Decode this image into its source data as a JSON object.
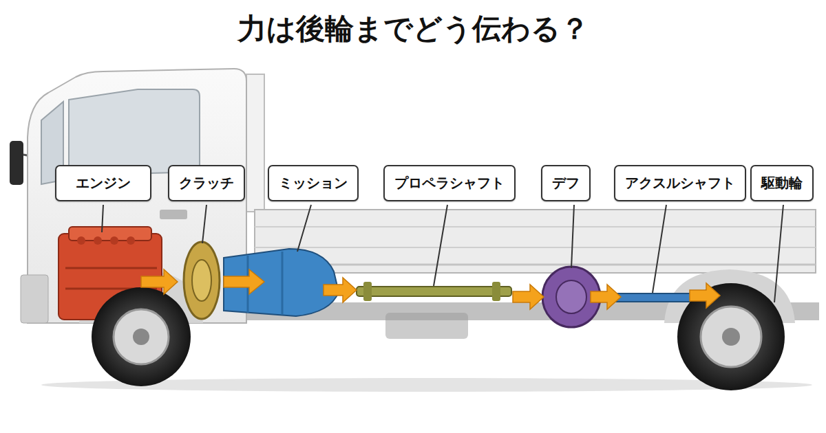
{
  "diagram": {
    "title": "力は後輪までどう伝わる？",
    "nodes": [
      {
        "text": [
          "エンジン"
        ]
      },
      {
        "text": [
          "クラッチ"
        ]
      },
      {
        "text": [
          "ミッション"
        ]
      },
      {
        "text": [
          "プロペラシャフト"
        ]
      },
      {
        "text": [
          "デフ"
        ]
      },
      {
        "text": [
          "アクスルシャフト"
        ]
      },
      {
        "text": [
          "駆動輪"
        ]
      }
    ]
  }
}
